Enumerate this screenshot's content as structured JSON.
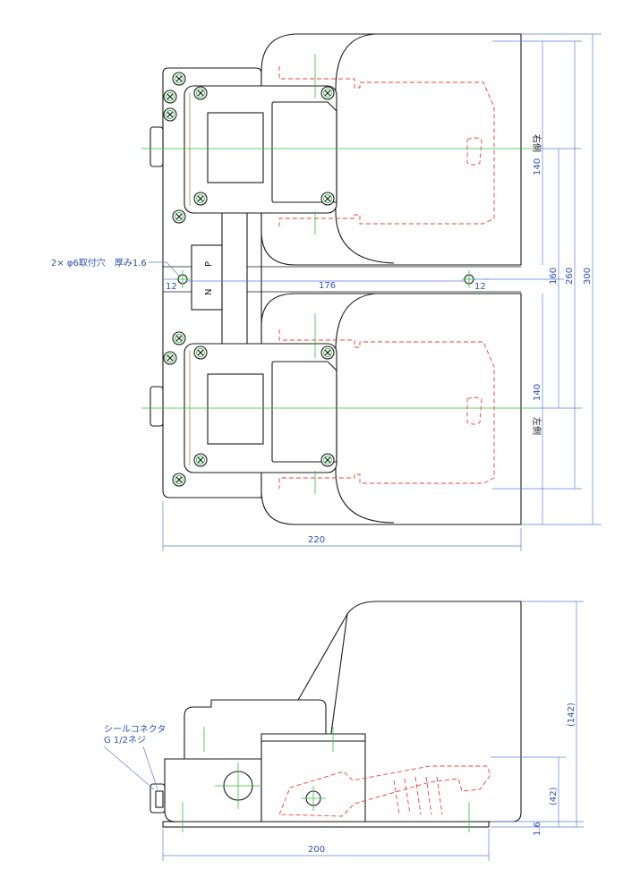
{
  "colors": {
    "outline": "#1a1a1a",
    "hidden_line": "#e8403a",
    "center_line": "#2fbf3a",
    "dimension": "#2b4fb5",
    "accent": "#b8863b"
  },
  "top_view": {
    "label_right_side": "右側",
    "label_left_side": "左側",
    "np_label_n": "N",
    "np_label_p": "P",
    "mounting_note": "2× φ6取付穴　厚み1.6",
    "dims": {
      "pedal_width_top": "140",
      "pedal_width_bottom": "140",
      "hole_pitch": "160",
      "overall_inner": "260",
      "overall_length": "300",
      "hole_spacing": "176",
      "edge_left": "12",
      "edge_right": "12",
      "total_width": "220"
    }
  },
  "side_view": {
    "connector_note_line1": "シールコネクタ",
    "connector_note_line2": "G 1/2ネジ",
    "dims": {
      "height_total": "(142)",
      "height_base": "(42)",
      "plate_thickness": "1.6",
      "base_length": "200"
    }
  }
}
